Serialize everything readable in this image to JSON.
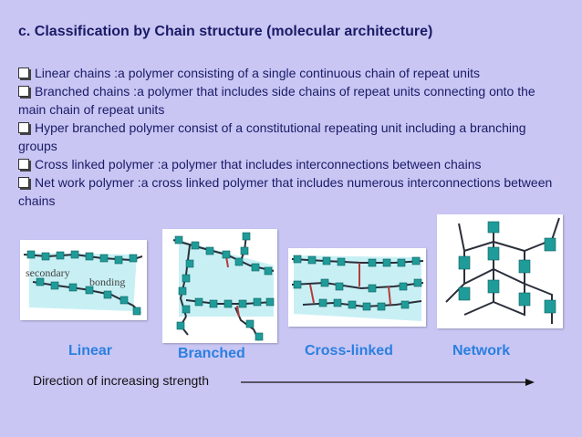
{
  "title": "c. Classification by Chain structure (molecular architecture)",
  "bullets": [
    "Linear chains :a polymer consisting of a single continuous chain of repeat units",
    "Branched chains :a polymer that includes side chains of repeat units connecting onto the main chain of repeat units",
    "Hyper branched polymer consist of a constitutional repeating unit including a branching groups",
    "Cross linked polymer :a polymer that includes interconnections between chains",
    "Net work polymer :a cross linked polymer that includes numerous interconnections between chains"
  ],
  "figures": {
    "linear_label_secondary": "secondary",
    "linear_label_bonding": "bonding",
    "captions": [
      "Linear",
      "Branched",
      "Cross-linked",
      "Network"
    ]
  },
  "direction": "Direction of increasing strength",
  "colors": {
    "background": "#c9c6f4",
    "text": "#1a1a66",
    "caption": "#2b7fe0",
    "unit": "#1f9c9a",
    "bond": "#2b2f3a",
    "highlight": "#c8f0f4",
    "crosslink": "#b83a3a"
  }
}
